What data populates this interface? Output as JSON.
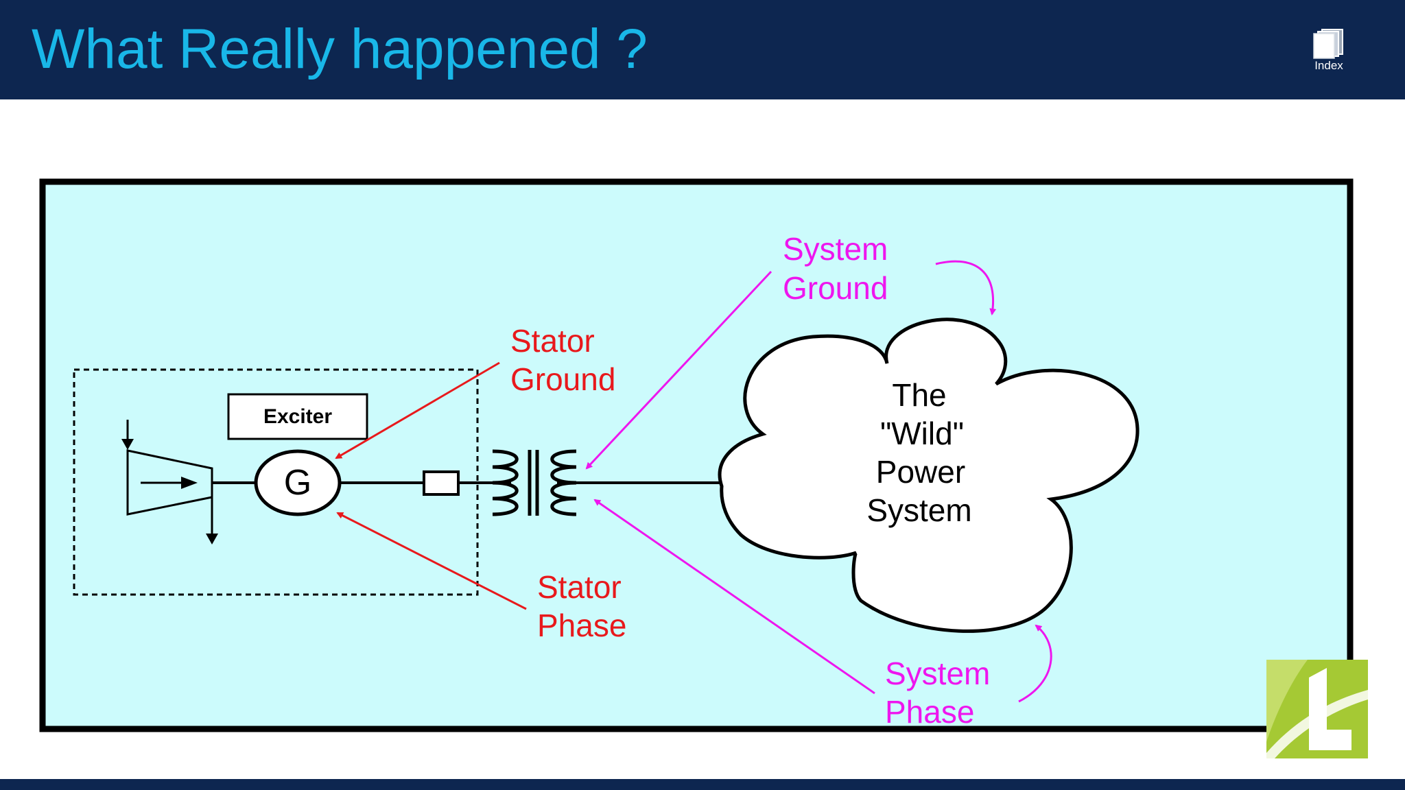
{
  "header": {
    "title": "What Really happened ?",
    "index_label": "Index"
  },
  "diagram": {
    "exciter_label": "Exciter",
    "generator_symbol": "G",
    "stator_ground": [
      "Stator",
      "Ground"
    ],
    "stator_phase": [
      "Stator",
      "Phase"
    ],
    "system_ground": [
      "System",
      "Ground"
    ],
    "system_phase": [
      "System",
      "Phase"
    ],
    "cloud_text": [
      "The",
      "\"Wild\"",
      "Power",
      "System"
    ]
  },
  "colors": {
    "header_bg": "#0d2650",
    "title": "#19b7e8",
    "panel_bg": "#ccfbfc",
    "stator_red": "#e8191c",
    "system_magenta": "#ee16ee",
    "logo_green": "#a5c934"
  },
  "icons": {
    "index": "stacked-pages-icon",
    "logo": "company-logo"
  }
}
